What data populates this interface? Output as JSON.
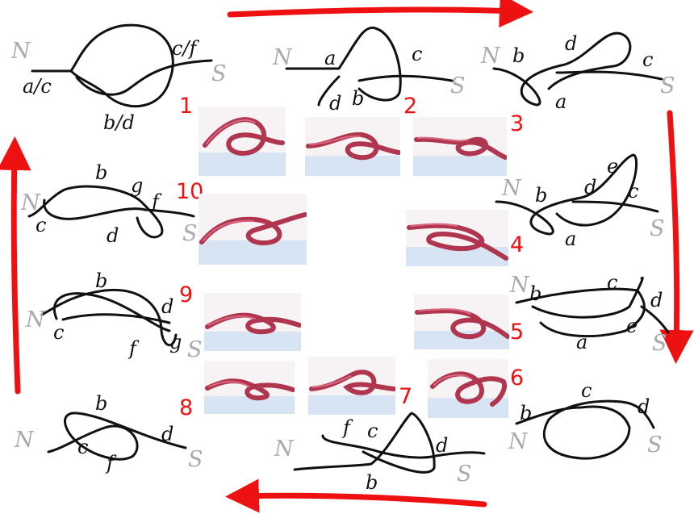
{
  "steps": [
    {
      "number": "1",
      "N": "N",
      "S": "S",
      "labels": [
        "a/c",
        "c/f",
        "b/d"
      ]
    },
    {
      "number": "2",
      "N": "N",
      "S": "S",
      "labels": [
        "a",
        "c",
        "d",
        "b"
      ]
    },
    {
      "number": "3",
      "N": "N",
      "S": "S",
      "labels": [
        "b",
        "d",
        "c",
        "a"
      ]
    },
    {
      "number": "4",
      "N": "N",
      "S": "S",
      "labels": [
        "b",
        "d",
        "e",
        "c",
        "a"
      ]
    },
    {
      "number": "5",
      "N": "N",
      "S": "S",
      "labels": [
        "b",
        "c",
        "d",
        "e",
        "a"
      ]
    },
    {
      "number": "6",
      "N": "N",
      "S": "S",
      "labels": [
        "b",
        "c",
        "d"
      ]
    },
    {
      "number": "7",
      "N": "N",
      "S": "S",
      "labels": [
        "f",
        "c",
        "d",
        "b"
      ]
    },
    {
      "number": "8",
      "N": "N",
      "S": "S",
      "labels": [
        "b",
        "d",
        "c",
        "f"
      ]
    },
    {
      "number": "9",
      "N": "N",
      "S": "S",
      "labels": [
        "b",
        "d",
        "c",
        "f",
        "g"
      ]
    },
    {
      "number": "10",
      "N": "N",
      "S": "S",
      "labels": [
        "b",
        "g",
        "f",
        "c",
        "d"
      ]
    }
  ],
  "colors": {
    "arrow": "#ee1111",
    "step_number": "#ee1111",
    "endpoint_label": "#aaaaaa",
    "strand": "#111111",
    "rope": "#b0354e",
    "table": "#d6e4f3"
  }
}
